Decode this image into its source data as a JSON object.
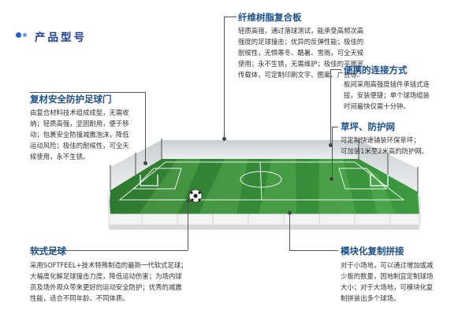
{
  "header": {
    "title": "产品型号"
  },
  "sections": {
    "fiber": {
      "title": "纤维树脂复合板",
      "lines": [
        "轻质高强，通过落球测试，能承受高频次高",
        "强度的足球撞击；优异的反弹性能；极佳的",
        "耐候性，无惧寒冬、酷暑、雪雨，可全天候",
        "使用；永不生锈，无需维护；极佳的平面宣",
        "传载体，可定制印刷文字、图案、广告等。"
      ]
    },
    "protect": {
      "title": "复材安全防护足球门",
      "lines": [
        "由复合材料技术组成成型，无需收",
        "纳；轻质高强，坚固耐用，便于移",
        "动；包裹安全防撞减震泡沫，降低",
        "运动风险；极佳的耐候性，可全天",
        "候使用，永不生锈。"
      ]
    },
    "connect": {
      "title": "便携的连接方式",
      "lines": [
        "板间采用高强度插件承插式连",
        "接，安装便捷；单个球场组装",
        "时间最快仅需十分钟。"
      ]
    },
    "turf": {
      "title": "草坪、防护网",
      "lines": [
        "可定制快速铺装环保草坪；",
        "可加装1米至2米高的防护网。"
      ]
    },
    "soft": {
      "title": "软式足球",
      "lines": [
        "采用SOFTFEEL+技术特殊制造的最新一代软式足球；",
        "大幅度化解足球撞击力度，降低运动伤害；为场内球",
        "员及场外观众带来更好的运动安全防护；优秀的减震",
        "性能，适合不同年龄、不同体质。"
      ]
    },
    "modular": {
      "title": "模块化复制拼接",
      "lines": [
        "对于小场地，可以通过增加或减",
        "少板的数量，因地制宜定制球场",
        "大小；对于大场地，可模块化复",
        "制拼装出多个球场。"
      ]
    }
  },
  "colors": {
    "accent": "#1c4e8c",
    "turf_dark": "#2f7d32",
    "turf_light": "#45a84a",
    "board": "#f4f4f4"
  }
}
